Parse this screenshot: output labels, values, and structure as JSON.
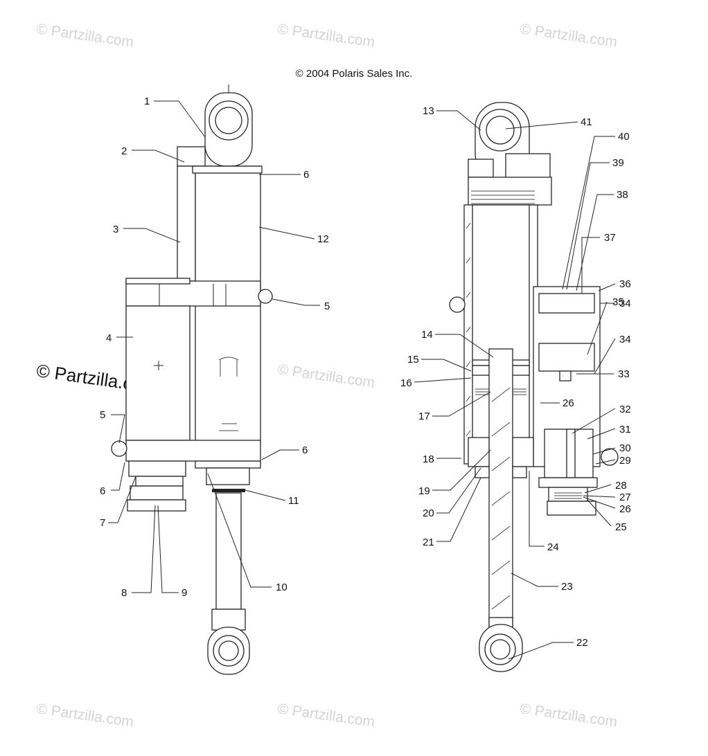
{
  "copyright": "© 2004 Polaris Sales Inc.",
  "watermarks": {
    "light": "© Partzilla.com",
    "dark": "© Partzilla.com"
  },
  "callouts": {
    "c1": "1",
    "c2": "2",
    "c3": "3",
    "c4": "4",
    "c5a": "5",
    "c5b": "5",
    "c6a": "6",
    "c6b": "6",
    "c6c": "6",
    "c7": "7",
    "c8": "8",
    "c9": "9",
    "c10": "10",
    "c11": "11",
    "c12": "12",
    "c13": "13",
    "c14": "14",
    "c15": "15",
    "c16": "16",
    "c17": "17",
    "c18": "18",
    "c19": "19",
    "c20": "20",
    "c21": "21",
    "c22": "22",
    "c23": "23",
    "c24": "24",
    "c25": "25",
    "c26a": "26",
    "c26b": "26",
    "c27": "27",
    "c28": "28",
    "c29": "29",
    "c30": "30",
    "c31": "31",
    "c32": "32",
    "c33": "33",
    "c34a": "34",
    "c34b": "34",
    "c35": "35",
    "c36": "36",
    "c37": "37",
    "c38": "38",
    "c39": "39",
    "c40": "40",
    "c41": "41"
  }
}
